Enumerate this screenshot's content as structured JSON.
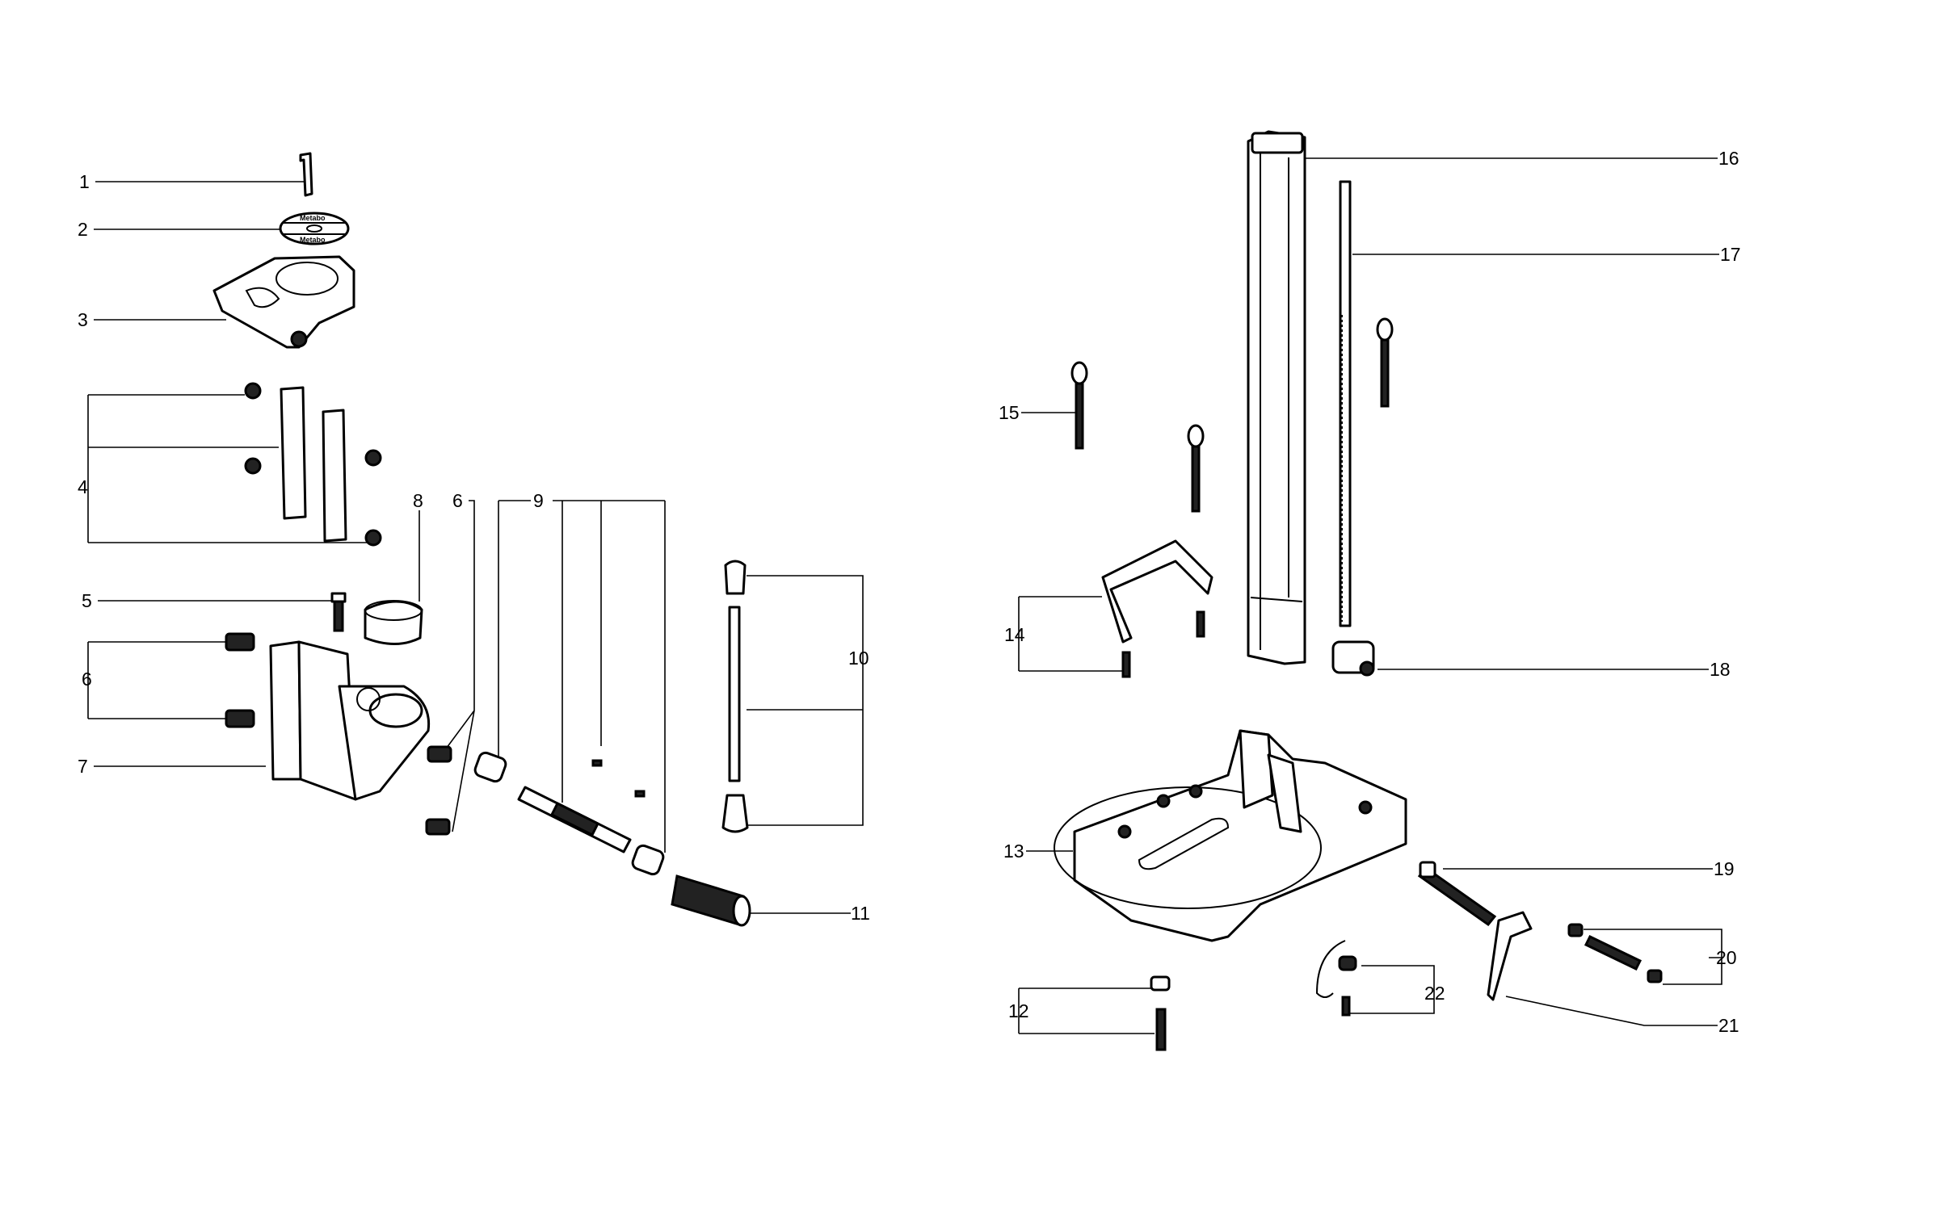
{
  "diagram": {
    "type": "exploded parts diagram",
    "logo_text": "Metabo",
    "part_labels": {
      "p1": "1",
      "p2": "2",
      "p3": "3",
      "p4": "4",
      "p5": "5",
      "p6a": "6",
      "p6b": "6",
      "p7": "7",
      "p8": "8",
      "p9": "9",
      "p10": "10",
      "p11": "11",
      "p12": "12",
      "p13": "13",
      "p14": "14",
      "p15": "15",
      "p16": "16",
      "p17": "17",
      "p18": "18",
      "p19": "19",
      "p20": "20",
      "p21": "21",
      "p22": "22"
    }
  }
}
